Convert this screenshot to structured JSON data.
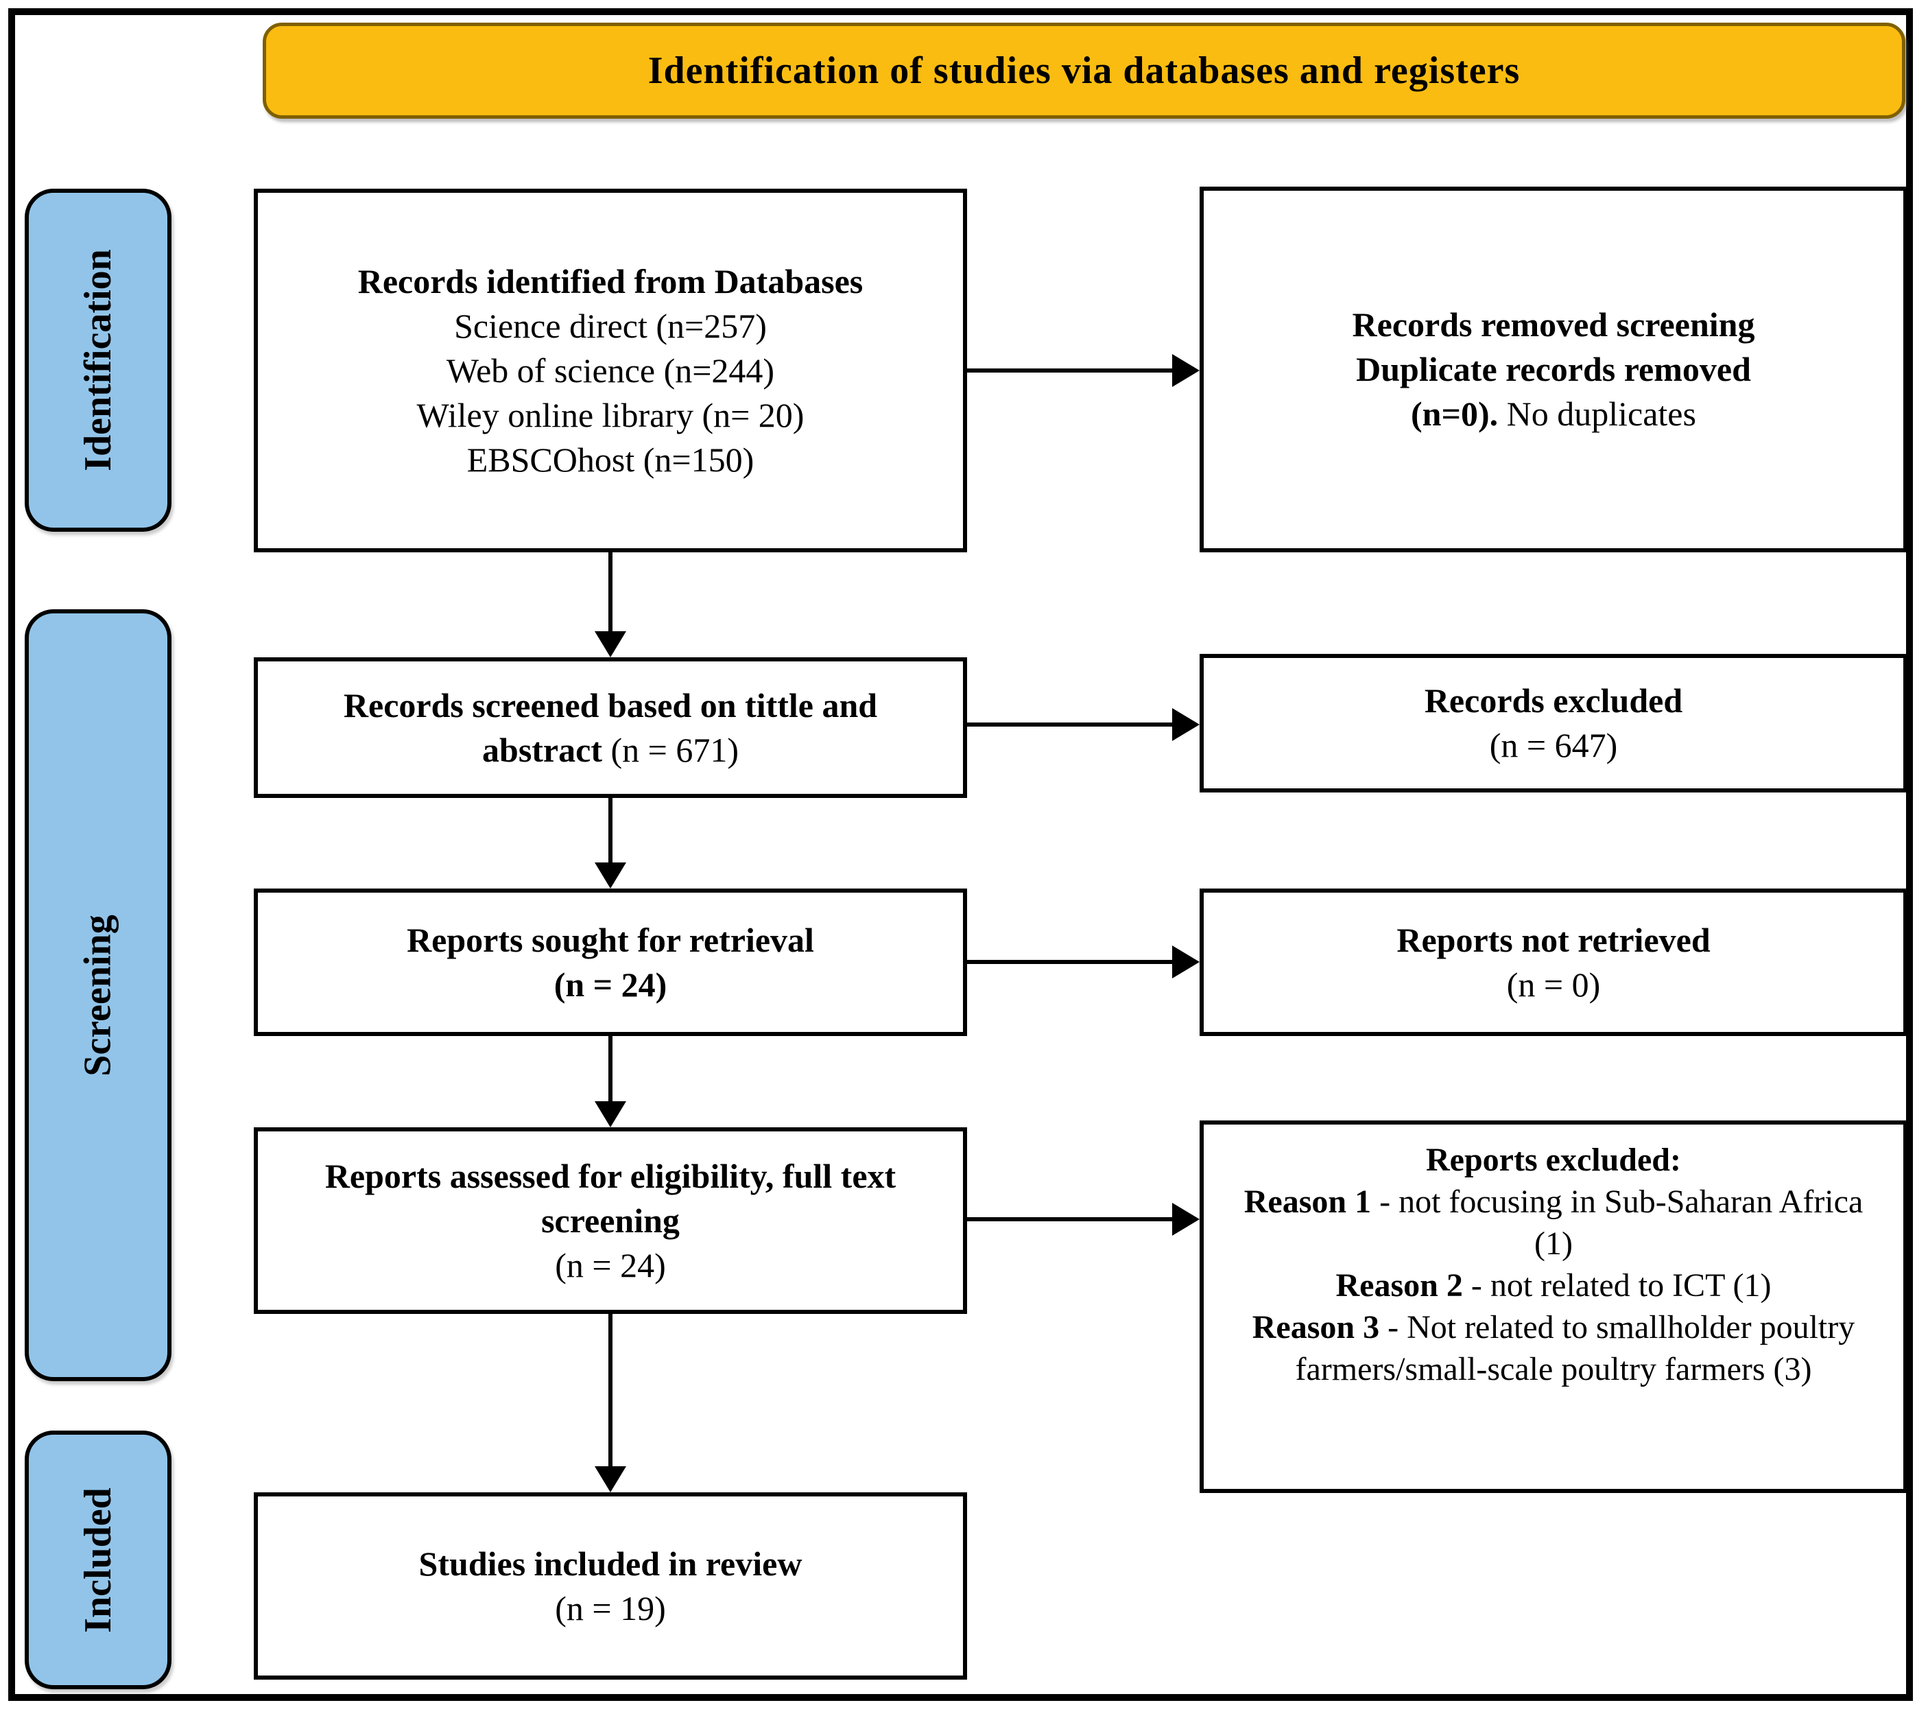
{
  "diagram_type": "PRISMA flow diagram",
  "colors": {
    "banner_bg": "#FBBC11",
    "banner_border": "#7F6000",
    "sidebar_bg": "#92C4E9",
    "line": "#000000"
  },
  "banner": {
    "title": "Identification of studies via databases and registers"
  },
  "sidebar": {
    "identification": "Identification",
    "screening": "Screening",
    "included": "Included"
  },
  "boxes": {
    "identified": {
      "heading": "Records identified from Databases",
      "sources": [
        "Science direct (n=257)",
        "Web of science (n=244)",
        "Wiley online library (n= 20)",
        "EBSCOhost (n=150)"
      ]
    },
    "removed": {
      "line1": "Records removed screening",
      "line2": "Duplicate records removed",
      "count": "(n=0).",
      "note": "No duplicates"
    },
    "screened": {
      "heading": "Records screened based on tittle and abstract",
      "count": "(n = 671)"
    },
    "records_excluded": {
      "heading": "Records excluded",
      "count": "(n = 647)"
    },
    "sought": {
      "heading": "Reports sought for retrieval",
      "count": "(n = 24)"
    },
    "not_retrieved": {
      "heading": "Reports not retrieved",
      "count": "(n = 0)"
    },
    "assessed": {
      "heading": "Reports assessed for eligibility, full text screening",
      "count": "(n = 24)"
    },
    "reports_excluded": {
      "heading": "Reports excluded:",
      "reasons": [
        {
          "label": "Reason 1",
          "text": " - not focusing in Sub-Saharan Africa (1)"
        },
        {
          "label": "Reason 2",
          "text": " - not related to ICT (1)"
        },
        {
          "label": "Reason 3",
          "text": " - Not related to smallholder poultry farmers/small-scale poultry farmers (3)"
        }
      ]
    },
    "included_studies": {
      "heading": "Studies included in review",
      "count": "(n = 19)"
    }
  }
}
